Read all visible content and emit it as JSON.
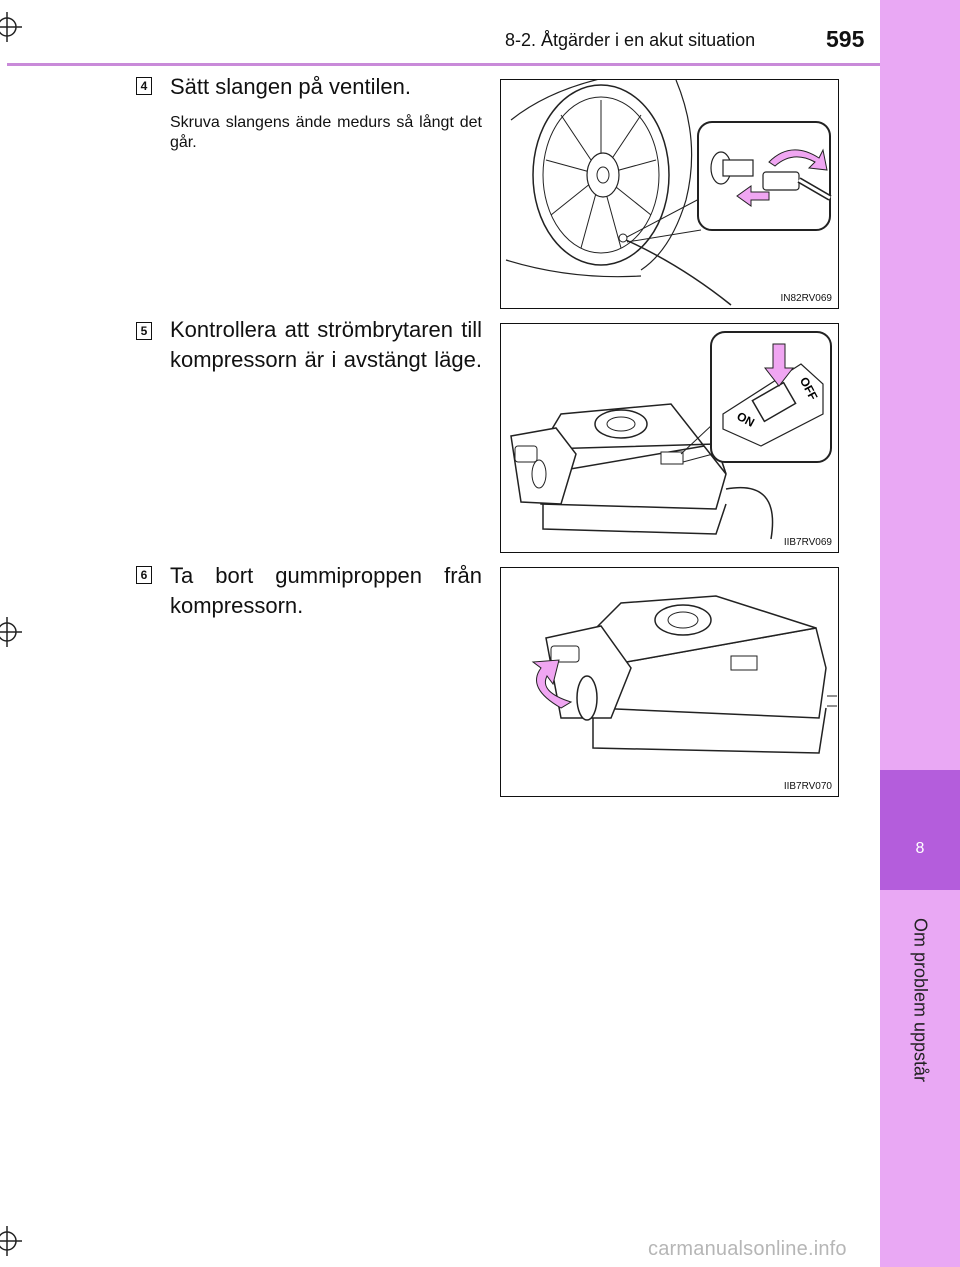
{
  "header": {
    "section": "8-2. Åtgärder i en akut situation",
    "page_number": "595"
  },
  "side_tab": {
    "chapter_number": "8",
    "chapter_title": "Om problem uppstår"
  },
  "steps": [
    {
      "number": "4",
      "text": "Sätt slangen på ventilen.",
      "subtext": "Skruva slangens ände medurs så långt det går.",
      "figure_code": "IN82RV069"
    },
    {
      "number": "5",
      "text": "Kontrollera att strömbrytaren till kompressorn är i avstängt läge.",
      "figure_code": "IIB7RV069",
      "switch_labels": {
        "off": "OFF",
        "on": "ON"
      }
    },
    {
      "number": "6",
      "text": "Ta bort gummiproppen från kompressorn.",
      "figure_code": "IIB7RV070"
    }
  ],
  "footer": {
    "watermark": "carmanualsonline.info"
  },
  "colors": {
    "accent": "#e9a8f4",
    "accent_dark": "#b45ddc",
    "arrow": "#f0a6f2"
  }
}
